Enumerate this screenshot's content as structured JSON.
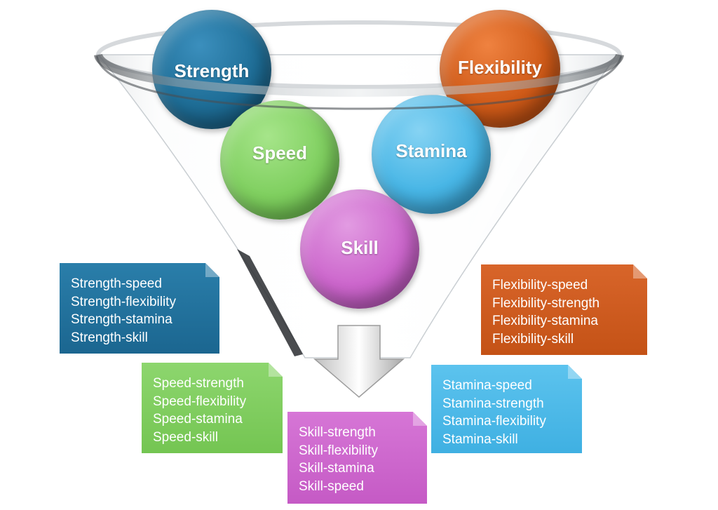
{
  "colors": {
    "strength": "#1e6d96",
    "flexibility": "#cf5a18",
    "speed": "#7fcf5f",
    "stamina": "#48b6e6",
    "skill": "#cc66cc"
  },
  "balls": {
    "strength": "Strength",
    "flexibility": "Flexibility",
    "speed": "Speed",
    "stamina": "Stamina",
    "skill": "Skill"
  },
  "boxes": {
    "strength": [
      "Strength-speed",
      "Strength-flexibility",
      "Strength-stamina",
      "Strength-skill"
    ],
    "flexibility": [
      "Flexibility-speed",
      "Flexibility-strength",
      "Flexibility-stamina",
      "Flexibility-skill"
    ],
    "speed": [
      "Speed-strength",
      "Speed-flexibility",
      "Speed-stamina",
      "Speed-skill"
    ],
    "stamina": [
      "Stamina-speed",
      "Stamina-strength",
      "Stamina-flexibility",
      "Stamina-skill"
    ],
    "skill": [
      "Skill-strength",
      "Skill-flexibility",
      "Skill-stamina",
      "Skill-speed"
    ]
  }
}
